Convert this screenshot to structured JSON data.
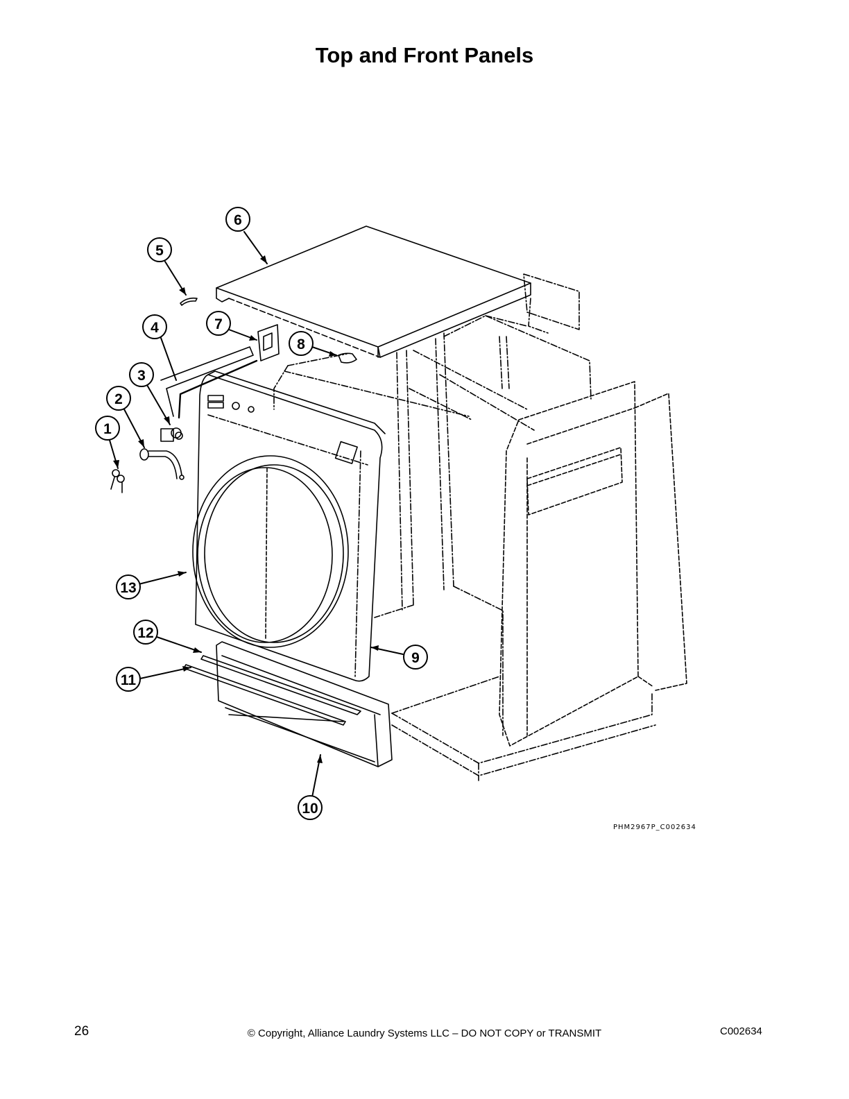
{
  "page": {
    "title": "Top and Front Panels",
    "figure_code": "PHM2967P_C002634",
    "page_number": "26",
    "copyright": "© Copyright, Alliance Laundry Systems LLC – DO NOT COPY or TRANSMIT",
    "doc_code": "C002634"
  },
  "callouts": [
    {
      "label": "1"
    },
    {
      "label": "2"
    },
    {
      "label": "3"
    },
    {
      "label": "4"
    },
    {
      "label": "5"
    },
    {
      "label": "6"
    },
    {
      "label": "7"
    },
    {
      "label": "8"
    },
    {
      "label": "9"
    },
    {
      "label": "10"
    },
    {
      "label": "11"
    },
    {
      "label": "12"
    },
    {
      "label": "13"
    }
  ]
}
